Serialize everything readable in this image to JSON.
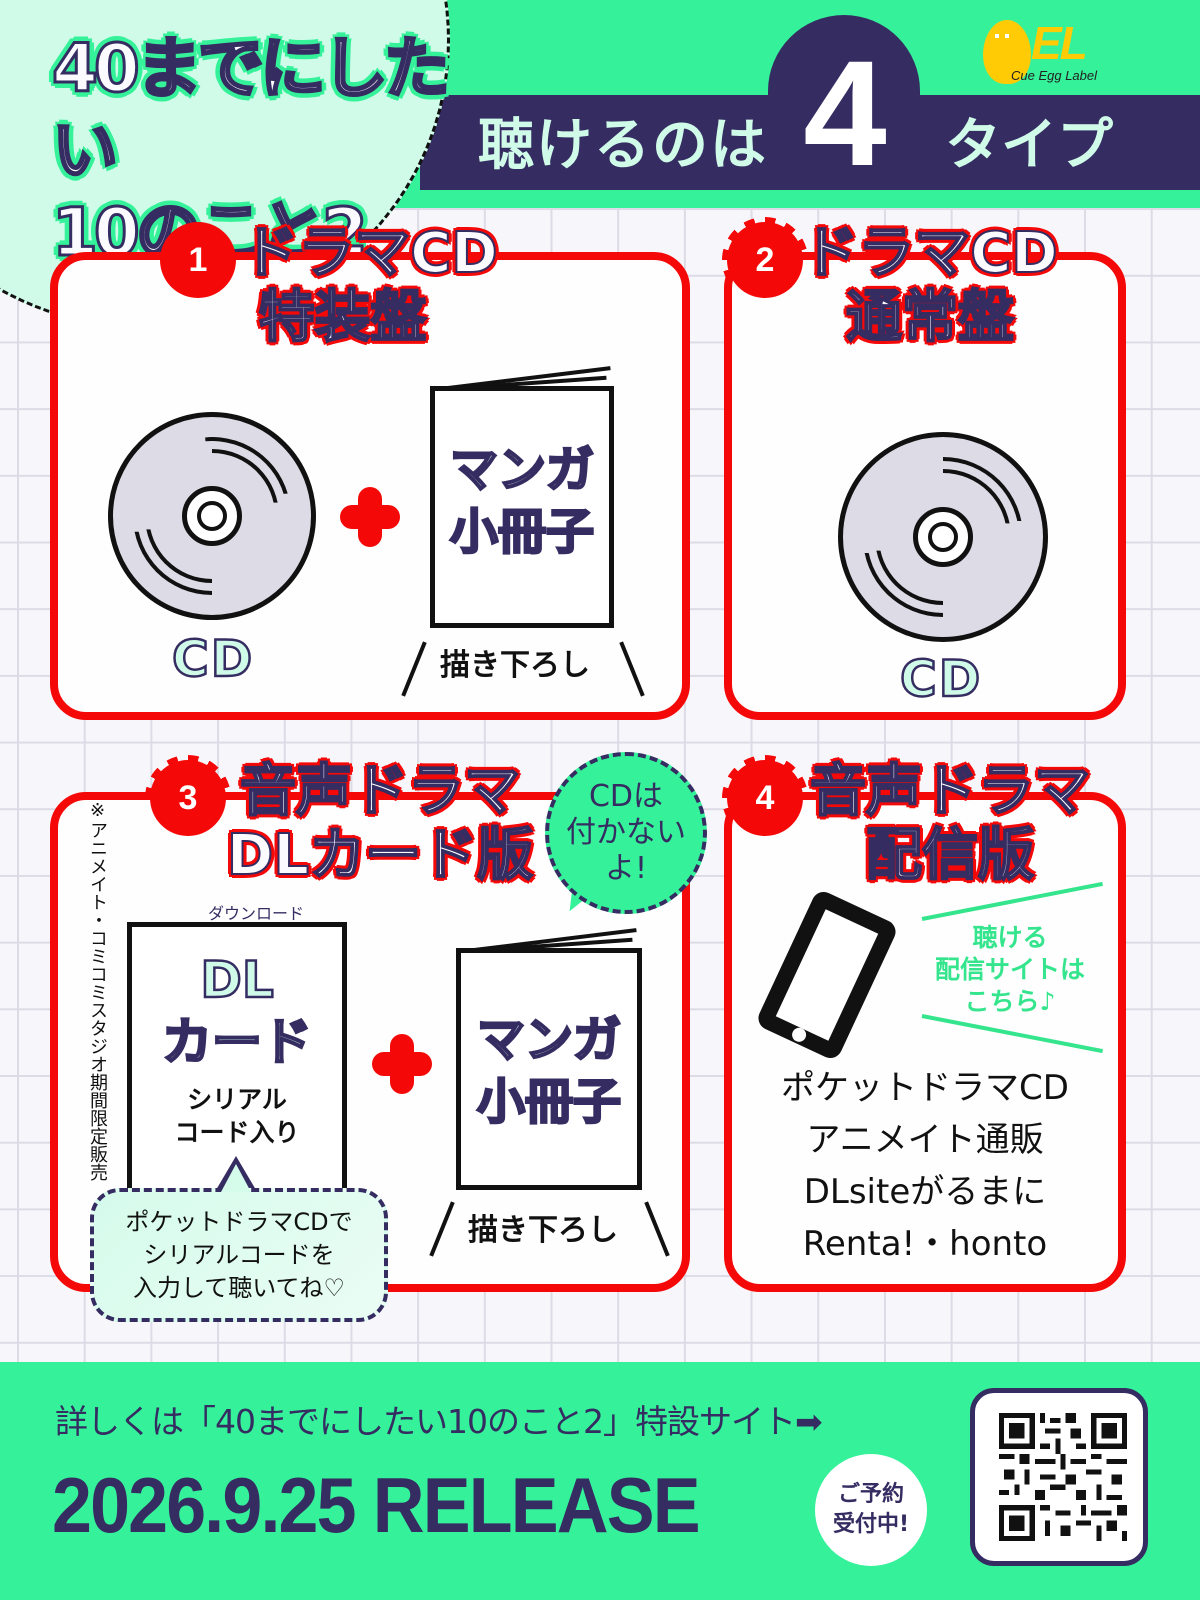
{
  "header": {
    "title_line1": "40までにしたい",
    "title_line2": "10のこと2",
    "listen_label": "聴けるのは",
    "count": "4",
    "type_label": "タイプ",
    "logo_text": "EL",
    "logo_subtitle": "Cue Egg Label"
  },
  "colors": {
    "accent_green": "#35f29a",
    "navy": "#352c62",
    "red": "#f50808",
    "mint": "#cffbe8",
    "logo_yellow": "#ffcb05"
  },
  "cards": [
    {
      "number": "1",
      "title_line1": "ドラマCD",
      "title_line2": "特装盤",
      "items": [
        {
          "kind": "cd",
          "label": "CD"
        },
        {
          "kind": "booklet",
          "text_line1": "マンガ",
          "text_line2": "小冊子",
          "caption": "描き下ろし"
        }
      ]
    },
    {
      "number": "2",
      "title_line1": "ドラマCD",
      "title_line2": "通常盤",
      "items": [
        {
          "kind": "cd",
          "label": "CD"
        }
      ]
    },
    {
      "number": "3",
      "title_line1": "音声ドラマ",
      "title_line2": "DLカード版",
      "ruby": "ダウンロード",
      "side_note": "※アニメイト・コミコミスタジオ期間限定販売",
      "bubble": {
        "line1": "CDは",
        "line2": "付かない",
        "line3": "よ!"
      },
      "items": [
        {
          "kind": "dl_card",
          "big_line1": "DL",
          "big_line2": "カード",
          "small_line1": "シリアル",
          "small_line2": "コード入り"
        },
        {
          "kind": "booklet",
          "text_line1": "マンガ",
          "text_line2": "小冊子",
          "caption": "描き下ろし"
        }
      ],
      "hint": {
        "line1": "ポケットドラマCDで",
        "line2": "シリアルコードを",
        "line3": "入力して聴いてね♡"
      }
    },
    {
      "number": "4",
      "title_line1": "音声ドラマ",
      "title_line2": "配信版",
      "note": {
        "line1": "聴ける",
        "line2": "配信サイトは",
        "line3": "こちら♪"
      },
      "sites": [
        "ポケットドラマCD",
        "アニメイト通販",
        "DLsiteがるまに",
        "Renta!・honto"
      ]
    }
  ],
  "footer": {
    "link_text": "詳しくは「40までにしたい10のこと2」特設サイト➡",
    "release": "2026.9.25 RELEASE",
    "preorder_line1": "ご予約",
    "preorder_line2": "受付中!",
    "qr_label": "qr-code"
  }
}
